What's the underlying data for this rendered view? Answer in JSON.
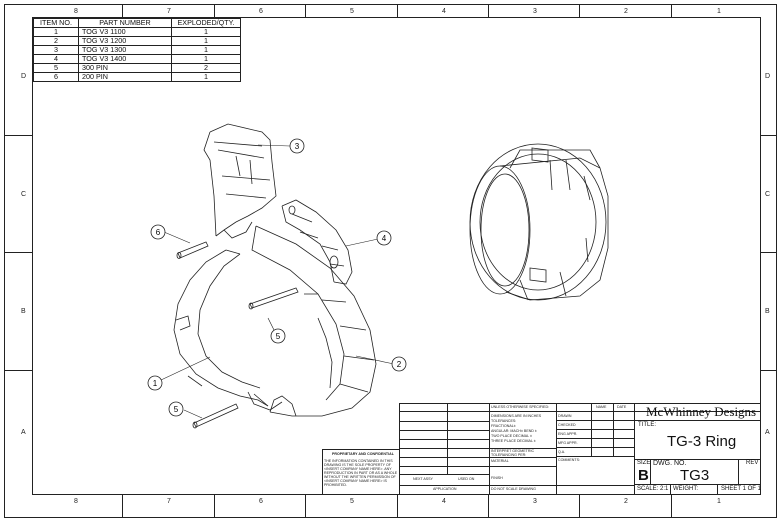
{
  "zones": {
    "top": [
      "8",
      "7",
      "6",
      "5",
      "4",
      "3",
      "2",
      "1"
    ],
    "bottom": [
      "8",
      "7",
      "6",
      "5",
      "4",
      "3",
      "2",
      "1"
    ],
    "left": [
      "D",
      "C",
      "B",
      "A"
    ],
    "right": [
      "D",
      "C",
      "B",
      "A"
    ]
  },
  "bom": {
    "headers": [
      "ITEM NO.",
      "PART NUMBER",
      "EXPLODED/QTY."
    ],
    "rows": [
      {
        "item": "1",
        "part": "TOG V3 1100",
        "qty": "1"
      },
      {
        "item": "2",
        "part": "TOG V3 1200",
        "qty": "1"
      },
      {
        "item": "3",
        "part": "TOG V3 1300",
        "qty": "1"
      },
      {
        "item": "4",
        "part": "TOG V3 1400",
        "qty": "1"
      },
      {
        "item": "5",
        "part": "300 PIN",
        "qty": "2"
      },
      {
        "item": "6",
        "part": "200 PIN",
        "qty": "1"
      }
    ]
  },
  "balloons": [
    "1",
    "2",
    "3",
    "4",
    "5",
    "5",
    "6"
  ],
  "title_block": {
    "unless": "UNLESS OTHERWISE SPECIFIED:",
    "dims": "DIMENSIONS ARE IN INCHES",
    "tolerances": "TOLERANCES:",
    "fractional": "FRACTIONAL±",
    "angular": "ANGULAR: MACH±   BEND ±",
    "two_place": "TWO PLACE DECIMAL   ±",
    "three_place": "THREE PLACE DECIMAL  ±",
    "interpret": "INTERPRET GEOMETRIC",
    "tolerancing": "TOLERANCING PER:",
    "material": "MATERIAL",
    "finish": "FINISH",
    "do_not_scale": "DO NOT SCALE DRAWING",
    "next_assy": "NEXT ASSY",
    "used_on": "USED ON",
    "application": "APPLICATION",
    "name": "NAME",
    "date": "DATE",
    "drawn": "DRAWN",
    "checked": "CHECKED",
    "eng_appr": "ENG APPR.",
    "mfg_appr": "MFG APPR.",
    "qa": "Q.A.",
    "comments": "COMMENTS:",
    "proprietary_title": "PROPRIETARY AND CONFIDENTIAL",
    "proprietary_lines": [
      "THE INFORMATION CONTAINED IN THIS",
      "DRAWING IS THE SOLE PROPERTY OF",
      "<INSERT COMPANY NAME HERE>. ANY",
      "REPRODUCTION IN PART OR AS A WHOLE",
      "WITHOUT THE WRITTEN PERMISSION OF",
      "<INSERT COMPANY NAME HERE> IS",
      "PROHIBITED."
    ],
    "company": "McWhinney Designs",
    "title_label": "TITLE:",
    "title": "TG-3 Ring",
    "size_label": "SIZE",
    "size": "B",
    "dwg_label": "DWG.  NO.",
    "dwg_no": "TG3",
    "rev_label": "REV",
    "scale": "SCALE: 2:1",
    "weight": "WEIGHT:",
    "sheet": "SHEET 1 OF 1"
  }
}
